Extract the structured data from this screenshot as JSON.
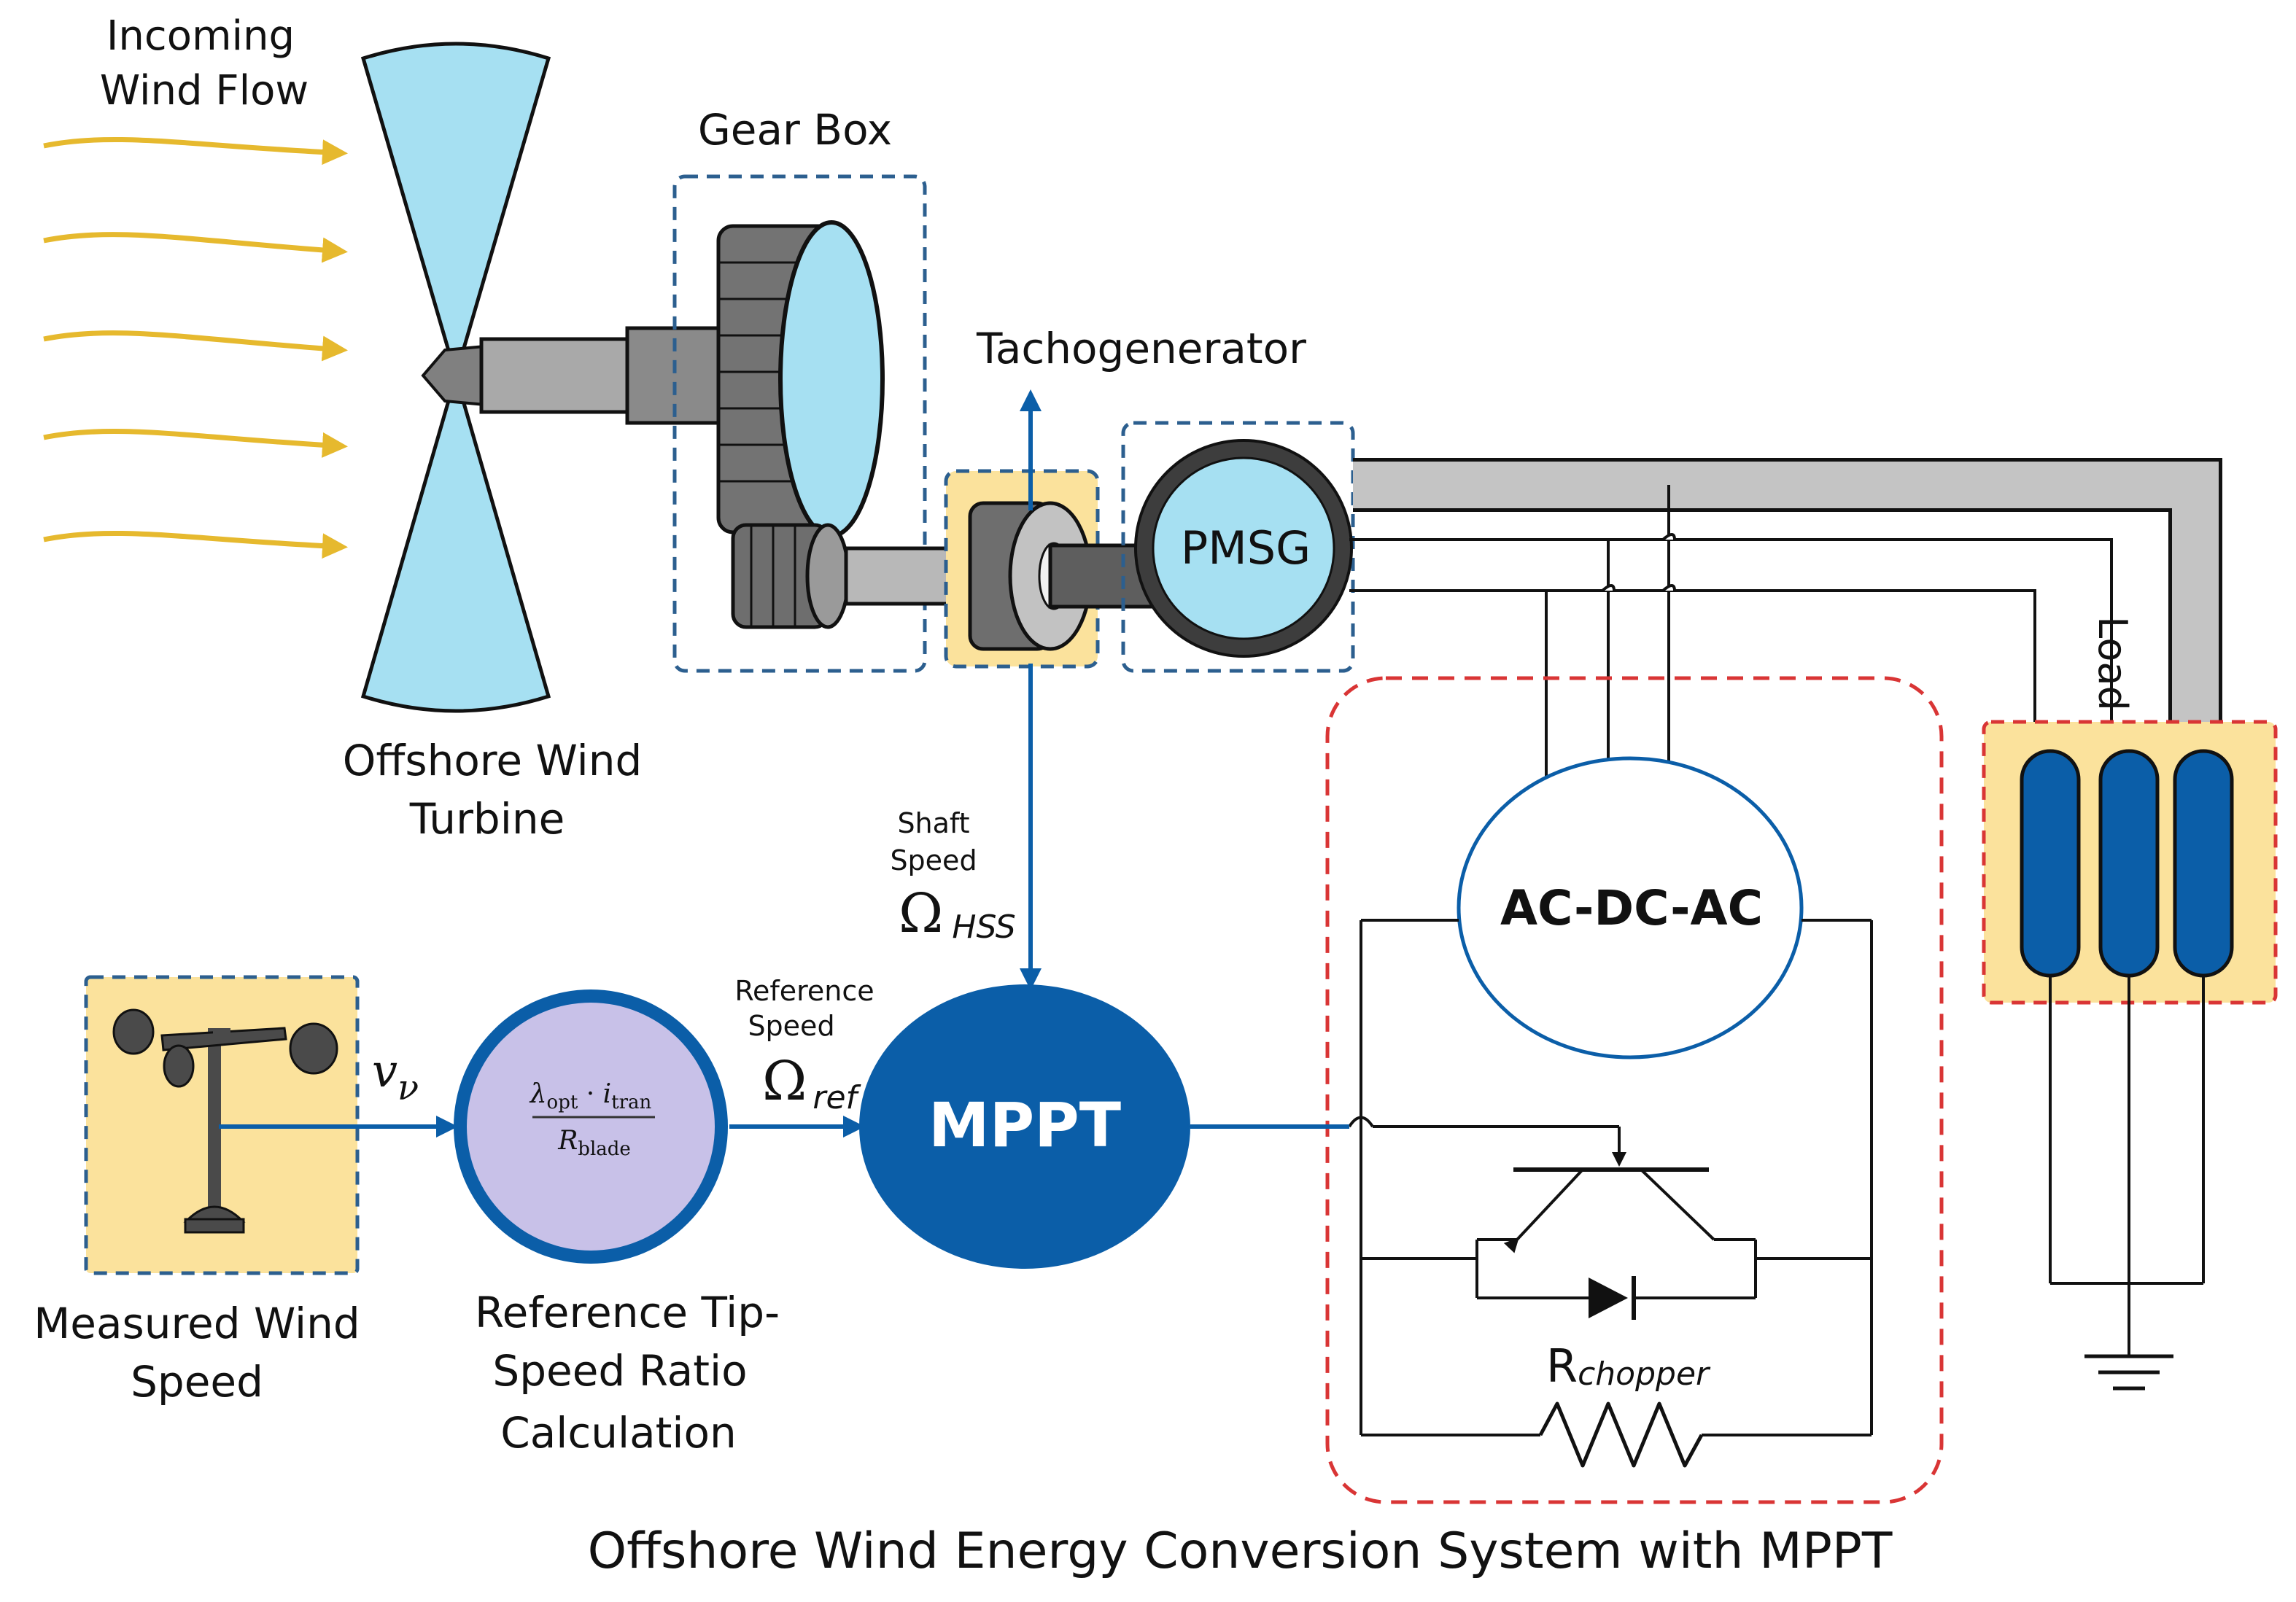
{
  "title": "Offshore Wind Energy Conversion System with MPPT",
  "labels": {
    "incoming_wind_line1": "Incoming",
    "incoming_wind_line2": "Wind Flow",
    "gear_box": "Gear Box",
    "tachogenerator": "Tachogenerator",
    "pmsg": "PMSG",
    "turbine_line1": "Offshore Wind",
    "turbine_line2": "Turbine",
    "shaft_speed_line1": "Shaft",
    "shaft_speed_line2": "Speed",
    "omega": "Ω",
    "omega_hss_sub": "HSS",
    "reference_speed_line1": "Reference",
    "reference_speed_line2": "Speed",
    "omega_ref_sub": "ref",
    "mppt": "MPPT",
    "converter": "AC-DC-AC",
    "load": "Load",
    "r_main": "R",
    "r_sub": "chopper",
    "wind_speed_var": "v",
    "wind_speed_sub": "ν",
    "measured_line1": "Measured Wind",
    "measured_line2": "Speed",
    "tsr_line1": "Reference Tip-",
    "tsr_line2": "Speed  Ratio",
    "tsr_line3": "Calculation",
    "formula_lambda": "λ",
    "formula_lambda_sub": "opt",
    "formula_dot": " · ",
    "formula_i": "i",
    "formula_i_sub": "tran",
    "formula_r": "R",
    "formula_r_sub": "blade"
  },
  "colors": {
    "wind_arrow": "#e6b92e",
    "blade": "#a6e0f2",
    "dark_blue": "#0b5ea8",
    "dash_blue": "#2c5f8f",
    "dash_red": "#d93535",
    "yellow_box": "#fbe29c",
    "lavender": "#c8c1e8",
    "gray_bus": "#c4c4c4"
  }
}
